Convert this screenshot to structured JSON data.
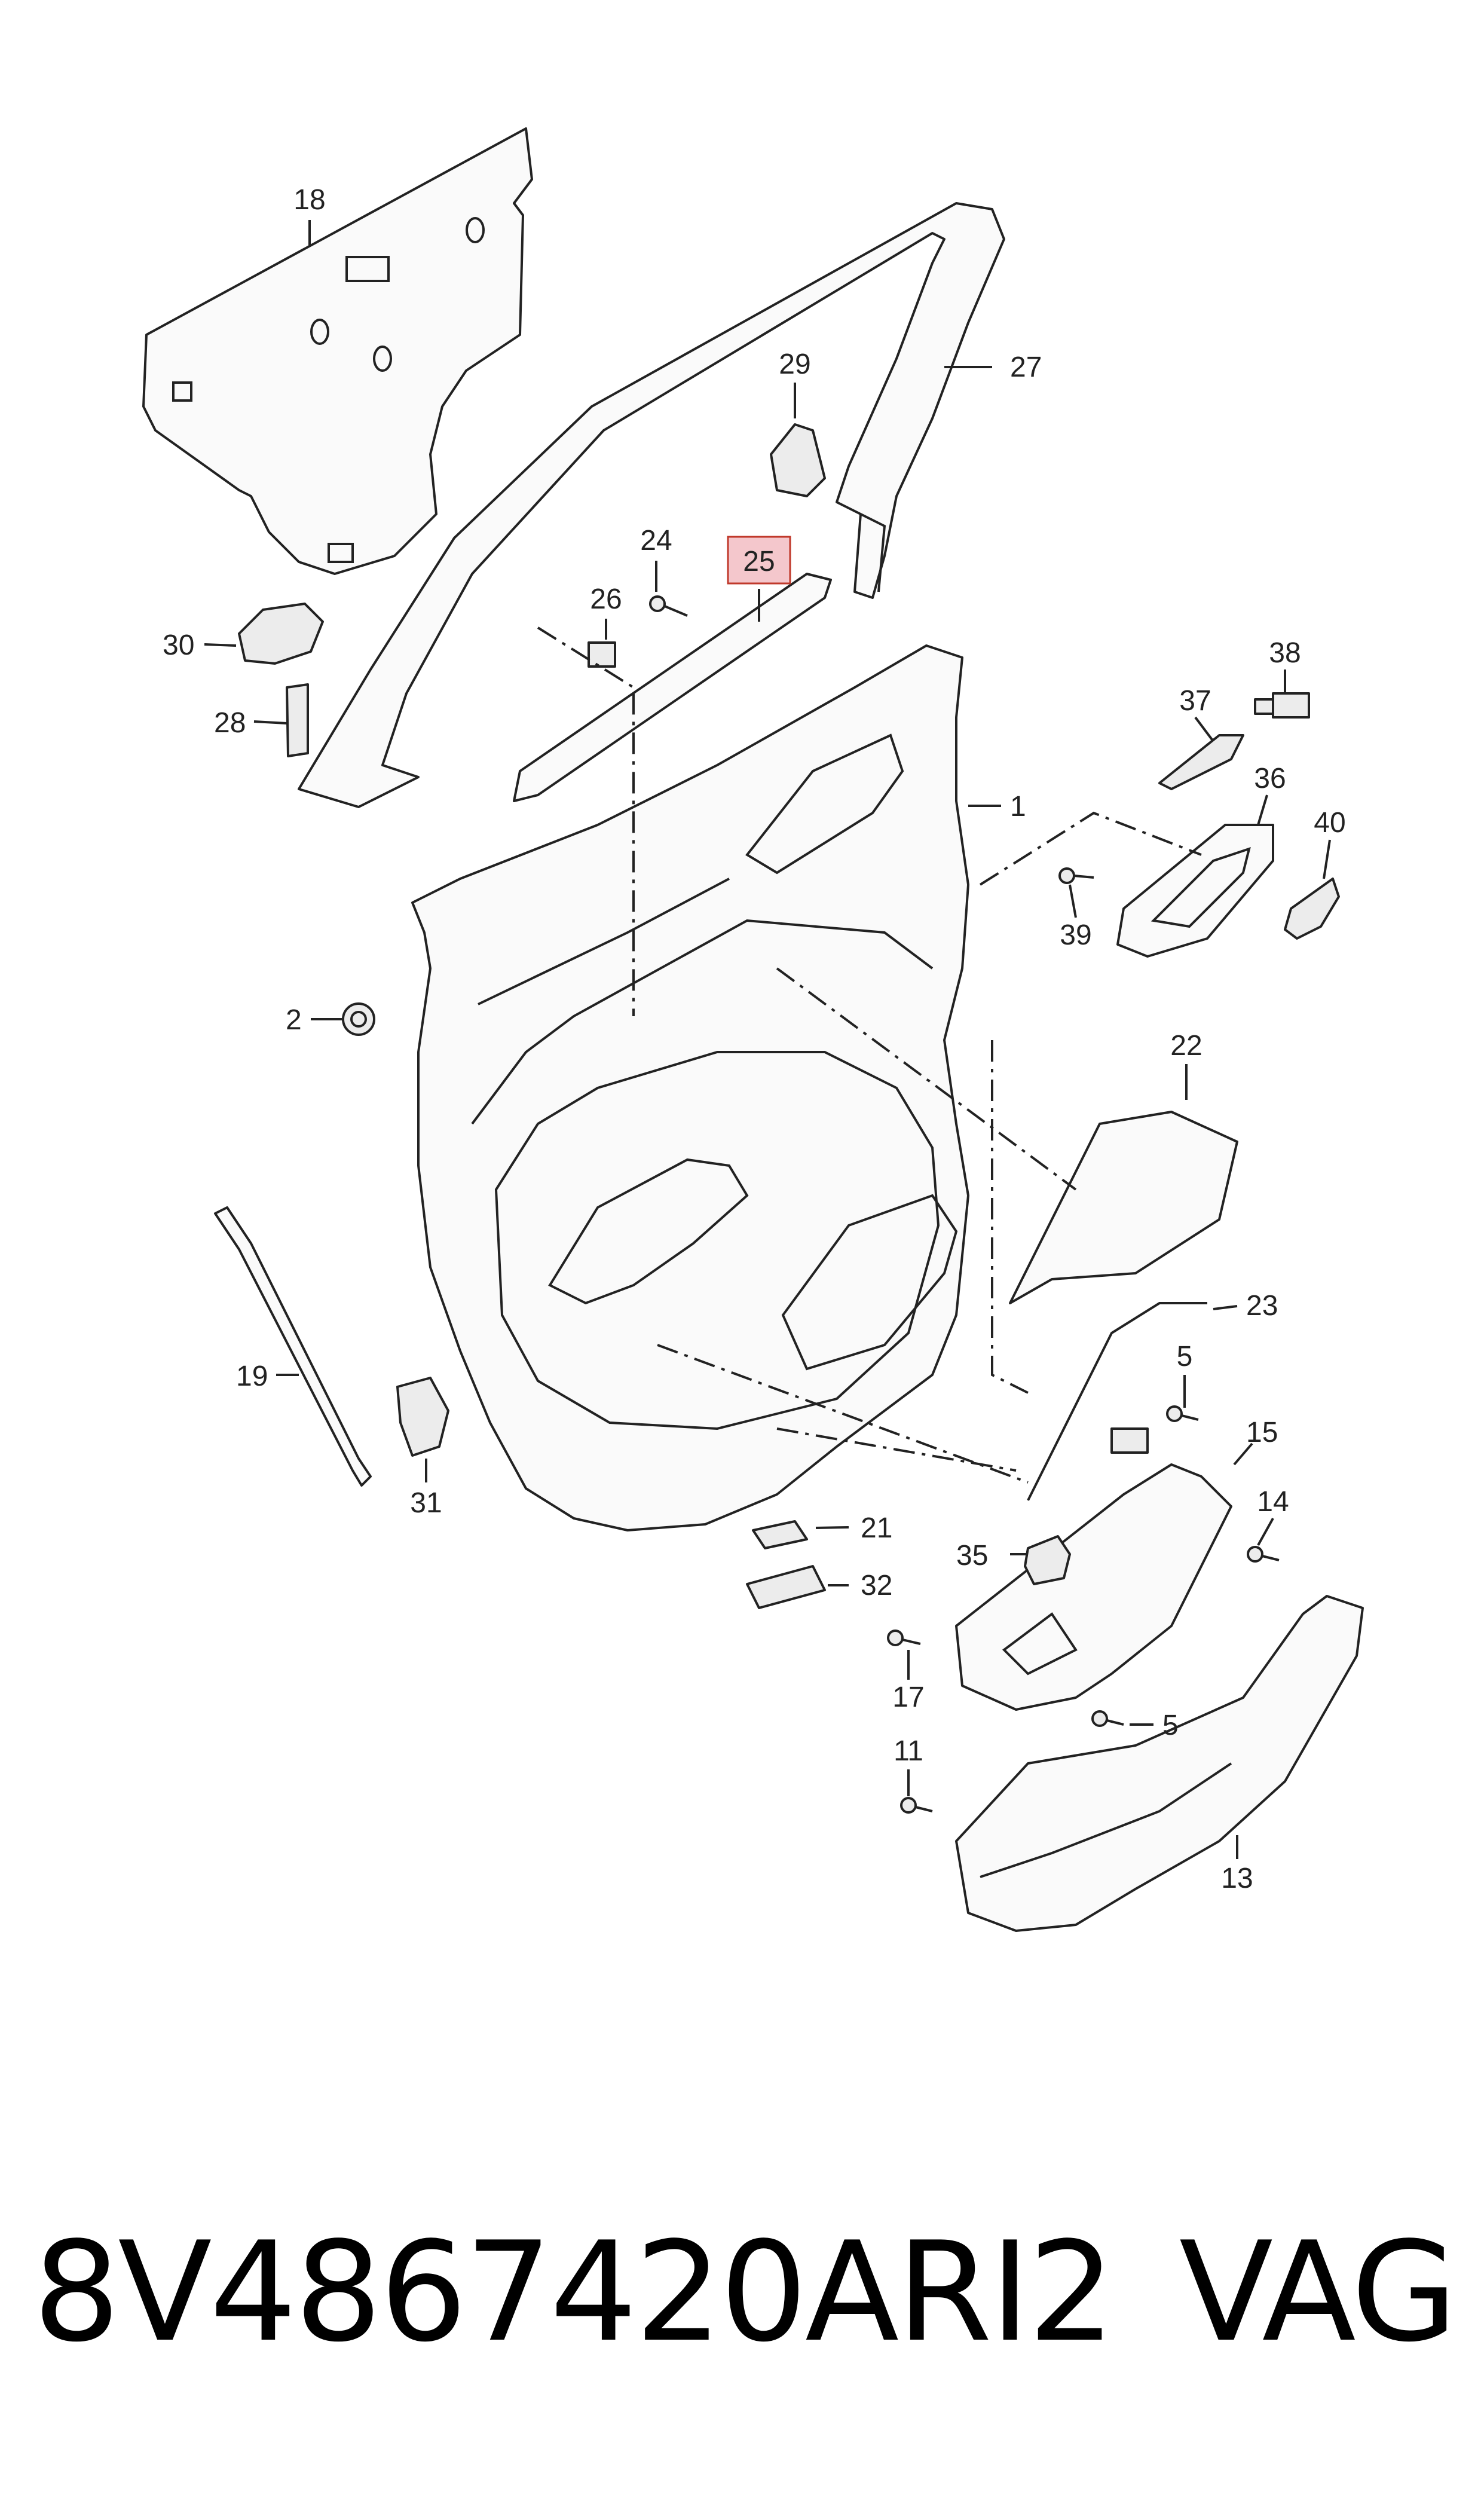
{
  "footer": {
    "part_number": "8V4867420ARI2",
    "brand": "VAG"
  },
  "callouts": {
    "c1": "1",
    "c2": "2",
    "c5a": "5",
    "c5b": "5",
    "c11": "11",
    "c13": "13",
    "c14": "14",
    "c15": "15",
    "c17": "17",
    "c18": "18",
    "c19": "19",
    "c21": "21",
    "c22": "22",
    "c23": "23",
    "c24": "24",
    "c25": "25",
    "c26": "26",
    "c27": "27",
    "c28": "28",
    "c29": "29",
    "c30": "30",
    "c31": "31",
    "c32": "32",
    "c35": "35",
    "c36": "36",
    "c37": "37",
    "c38": "38",
    "c39": "39",
    "c40": "40"
  },
  "highlight": {
    "callout": "25",
    "color": "#f4c7cc",
    "border": "#c0392b"
  }
}
